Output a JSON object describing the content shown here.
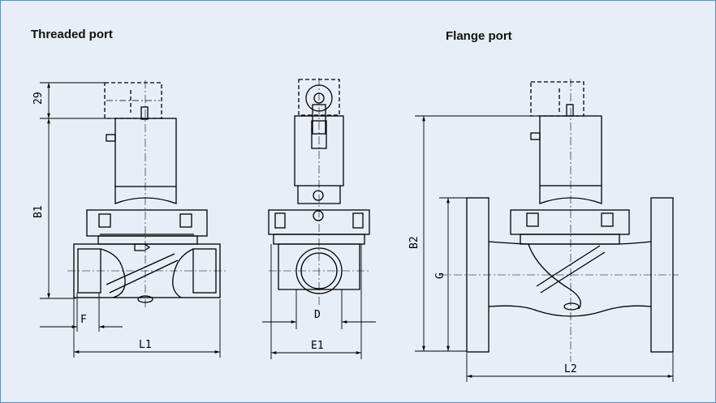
{
  "headings": {
    "threaded": "Threaded port",
    "flange": "Flange port"
  },
  "dimensions": {
    "d29": "29",
    "B1": "B1",
    "F": "F",
    "L1": "L1",
    "D": "D",
    "E1": "E1",
    "B2": "B2",
    "G": "G",
    "L2": "L2"
  },
  "colors": {
    "background": "#e7eef6",
    "border": "#5f8fc4",
    "line": "#000000"
  }
}
